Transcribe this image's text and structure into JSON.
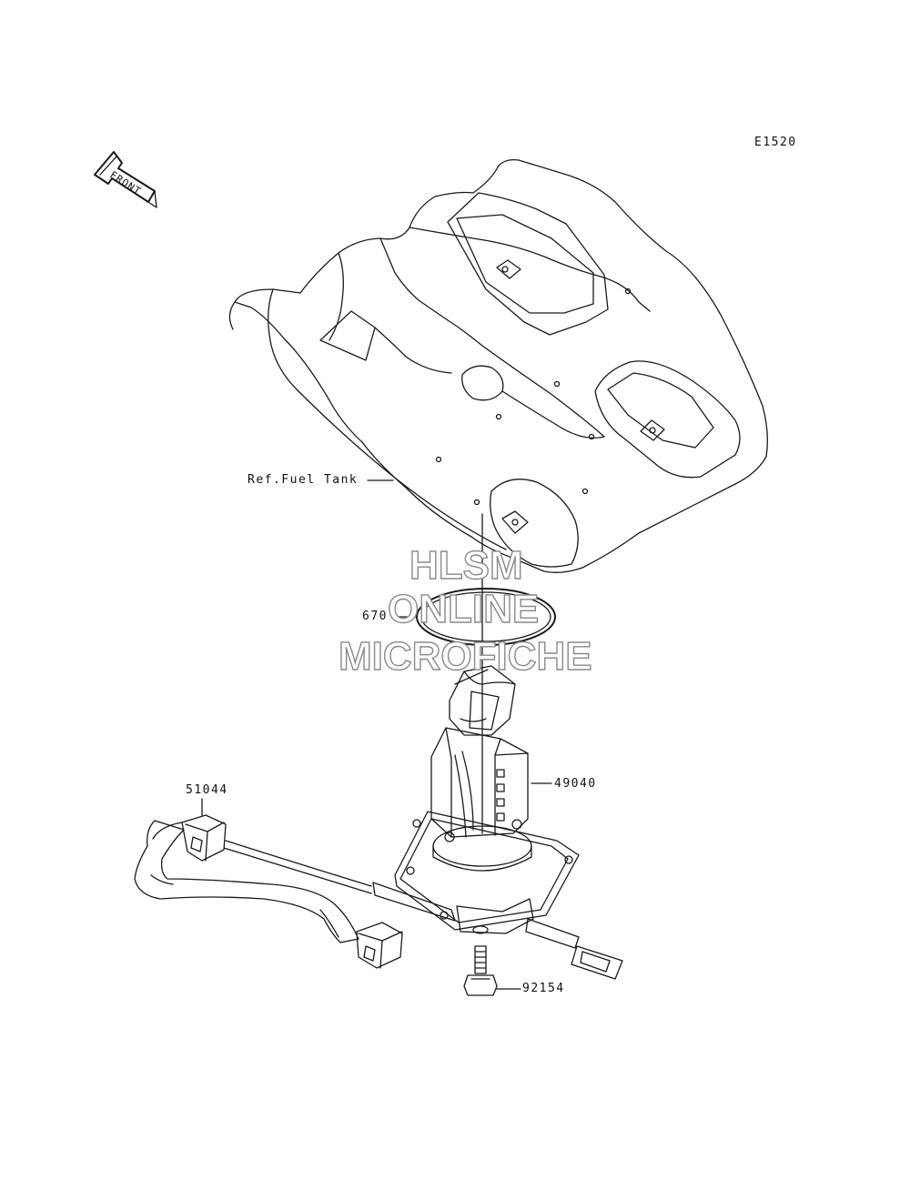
{
  "diagram_code": "E1520",
  "front_arrow_text": "FRONT",
  "watermark": {
    "line1": "HLSM",
    "line2": "ONLINE",
    "line3": "MICROFICHE",
    "color": "#8a8a8a"
  },
  "callouts": {
    "fuel_tank_ref": "Ref.Fuel Tank",
    "o_ring": "670",
    "pump_assembly": "49040",
    "hose": "51044",
    "bolt": "92154"
  },
  "line_color": "#1a1a1a"
}
